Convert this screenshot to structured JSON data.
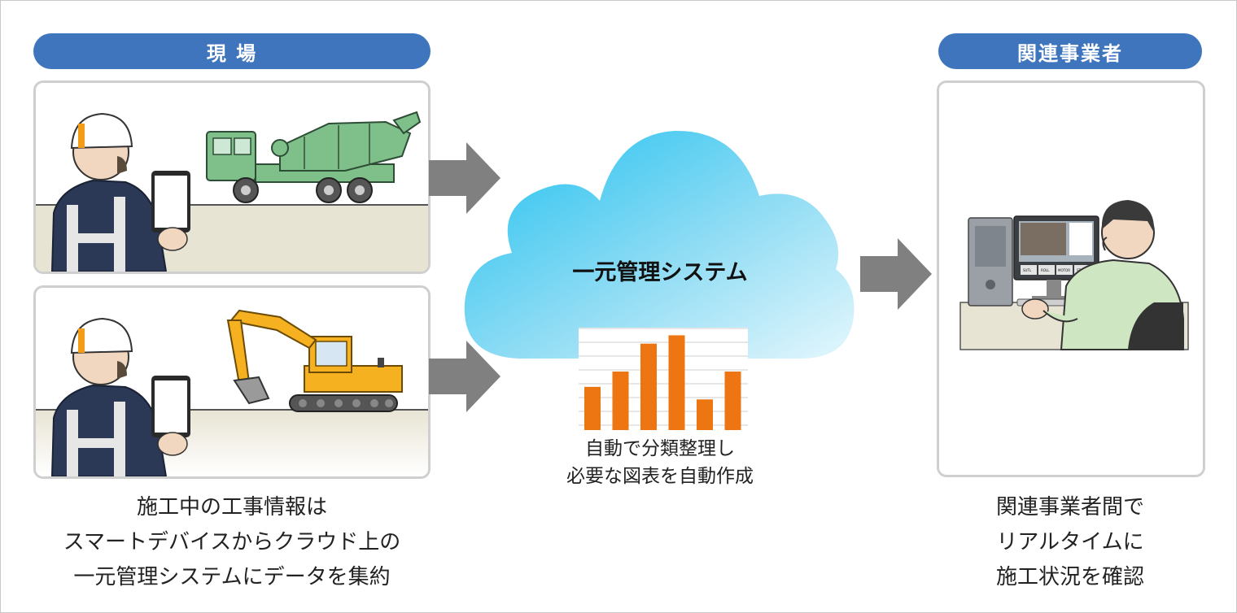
{
  "left": {
    "header": "現 場",
    "caption": [
      "施工中の工事情報は",
      "スマートデバイスからクラウド上の",
      "一元管理システムにデータを集約"
    ]
  },
  "center": {
    "cloud_title": "一元管理システム",
    "caption": [
      "自動で分類整理し",
      "必要な図表を自動作成"
    ],
    "chart_values": [
      31,
      42,
      62,
      68,
      22,
      42
    ]
  },
  "right": {
    "header": "関連事業者",
    "caption": [
      "関連事業者間で",
      "リアルタイムに",
      "施工状況を確認"
    ],
    "monitor_labels": [
      "SUTL",
      "ROLL",
      "MOTOR",
      "STAT"
    ]
  },
  "colors": {
    "header_blue": "#3f75bd",
    "arrow_gray": "#808080",
    "bar_orange": "#ed7512",
    "truck_green": "#7fbf8a",
    "excavator_yellow": "#f5b120",
    "worker_navy": "#2b3856",
    "ground_beige": "#e8e4d4"
  }
}
